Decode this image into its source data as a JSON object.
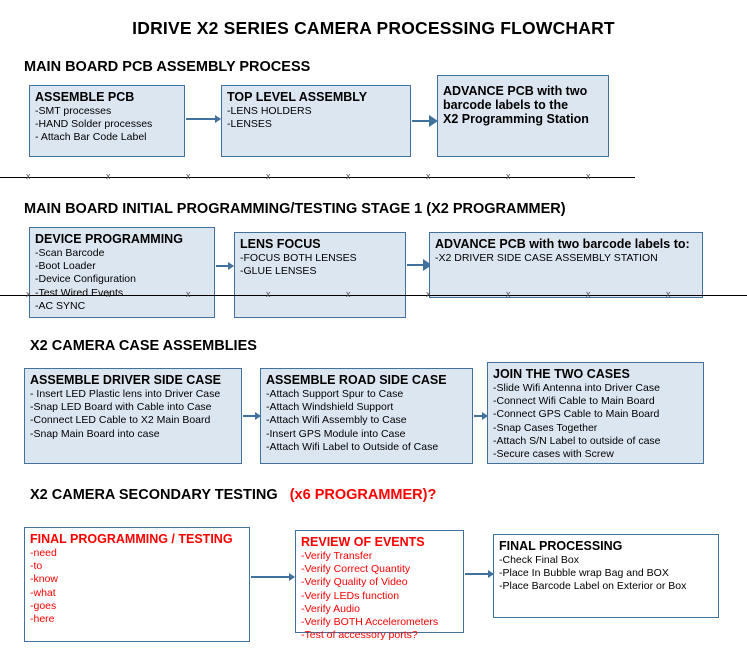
{
  "title": "IDRIVE X2  SERIES CAMERA PROCESSING FLOWCHART",
  "sections": [
    {
      "id": "main-board-pcb-assembly",
      "heading": "MAIN BOARD PCB ASSEMBLY PROCESS",
      "boxes": [
        {
          "id": "assemble-pcb",
          "title": "ASSEMBLE PCB",
          "lines": [
            "-SMT processes",
            "-HAND Solder processes",
            "- Attach Bar Code Label"
          ]
        },
        {
          "id": "top-level-assembly",
          "title": "TOP LEVEL ASSEMBLY",
          "lines": [
            "-LENS HOLDERS",
            "-LENSES"
          ]
        },
        {
          "id": "advance-pcb-to-x2-programming-station",
          "title": "ADVANCE PCB with two\nbarcode labels to the\nX2 Programming Station",
          "lines": []
        }
      ]
    },
    {
      "id": "main-board-initial-programming",
      "heading": "MAIN BOARD INITIAL PROGRAMMING/TESTING STAGE 1 (X2 PROGRAMMER)",
      "boxes": [
        {
          "id": "device-programming",
          "title": "DEVICE PROGRAMMING",
          "lines": [
            "-Scan Barcode",
            "-Boot Loader",
            "-Device Configuration",
            "-Test Wired Events",
            "-AC SYNC"
          ]
        },
        {
          "id": "lens-focus",
          "title": "LENS FOCUS",
          "lines": [
            "-FOCUS BOTH LENSES",
            "-GLUE LENSES"
          ]
        },
        {
          "id": "advance-pcb-to-driver-side-case",
          "title": "ADVANCE PCB with two barcode labels to:",
          "lines": [
            "-X2 DRIVER  SIDE  CASE  ASSEMBLY STATION"
          ]
        }
      ]
    },
    {
      "id": "x2-camera-case-assemblies",
      "heading": "X2 CAMERA CASE ASSEMBLIES",
      "boxes": [
        {
          "id": "assemble-driver-side-case",
          "title": "ASSEMBLE DRIVER SIDE CASE",
          "lines": [
            "- Insert LED Plastic lens into Driver Case",
            "-Snap LED Board with Cable into Case",
            "-Connect LED Cable to X2 Main Board",
            "-Snap Main Board into case"
          ]
        },
        {
          "id": "assemble-road-side-case",
          "title": "ASSEMBLE ROAD SIDE CASE",
          "lines": [
            "-Attach Support Spur to Case",
            "-Attach Windshield Support",
            "-Attach Wifi Assembly to Case",
            "-Insert GPS Module into Case",
            "-Attach Wifi Label to Outside of Case"
          ]
        },
        {
          "id": "join-the-two-cases",
          "title": "JOIN THE TWO CASES",
          "lines": [
            "-Slide Wifi Antenna into Driver Case",
            "-Connect Wifi Cable to Main Board",
            "-Connect GPS Cable to Main Board",
            "-Snap Cases Together",
            "-Attach S/N Label to outside of case",
            "-Secure cases with Screw"
          ]
        }
      ]
    },
    {
      "id": "x2-camera-secondary-testing",
      "heading": "X2 CAMERA SECONDARY TESTING",
      "heading_suffix": "(x6 PROGRAMMER)?",
      "boxes": [
        {
          "id": "final-programming-testing",
          "title": "FINAL PROGRAMMING / TESTING",
          "lines": [
            "-need",
            "-to",
            "-know",
            "-what",
            "-goes",
            "-here"
          ]
        },
        {
          "id": "review-of-events",
          "title": "REVIEW OF EVENTS",
          "lines": [
            "-Verify Transfer",
            "-Verify Correct Quantity",
            "-Verify Quality of Video",
            "-Verify LEDs function",
            "-Verify Audio",
            "-Verify BOTH Accelerometers",
            "-Test of accessory ports?"
          ]
        },
        {
          "id": "final-processing",
          "title": "FINAL PROCESSING",
          "lines": [
            "-Check Final Box",
            "-Place In Bubble wrap Bag and BOX",
            "-Place Barcode Label on Exterior or Box"
          ]
        }
      ]
    }
  ],
  "colors": {
    "box_fill": "#dce6f1",
    "box_border": "#41719c",
    "accent_red": "#ff0000",
    "text": "#000000"
  },
  "ruler_ticks": [
    "x",
    "x",
    "x",
    "x",
    "x",
    "x",
    "x",
    "x"
  ]
}
